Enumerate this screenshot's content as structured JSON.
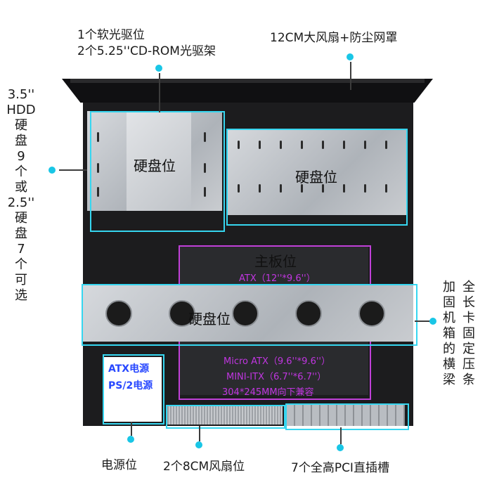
{
  "labels": {
    "top_left_line1": "1个软光驱位",
    "top_left_line2": "2个5.25''CD-ROM光驱架",
    "top_right": "12CM大风扇+防尘网罩",
    "left_vertical": [
      "3.5''",
      "HDD",
      "硬",
      "盘",
      "9",
      "个",
      "或",
      "2.5''",
      "硬",
      "盘",
      "7",
      "个",
      "可",
      "选"
    ],
    "right_vertical_col1": [
      "全",
      "长",
      "卡",
      "固",
      "定",
      "压",
      "条"
    ],
    "right_vertical_col2": [
      "加",
      "固",
      "机",
      "箱",
      "的",
      "横",
      "梁"
    ],
    "bottom_left": "电源位",
    "bottom_middle": "2个8CM风扇位",
    "bottom_right": "7个全高PCI直插槽"
  },
  "overlays": {
    "hdd_cage_left": "硬盘位",
    "hdd_cage_right": "硬盘位",
    "motherboard_title": "主板位",
    "motherboard_atx": "ATX（12''*9.6''）",
    "crossbar": "硬盘位",
    "micro_atx": "Micro ATX（9.6''*9.6''）",
    "mini_itx": "MINI-ITX（6.7''*6.7''）",
    "compat": "304*245MM向下兼容",
    "psu_line1": "ATX电源",
    "psu_line2": "PS/2电源"
  },
  "colors": {
    "callout_dot": "#19c6e6",
    "box_outline": "#36d6f0",
    "motherboard_outline": "#c040d8",
    "mb_text": "#c036e0",
    "psu_text": "#2848ff"
  }
}
